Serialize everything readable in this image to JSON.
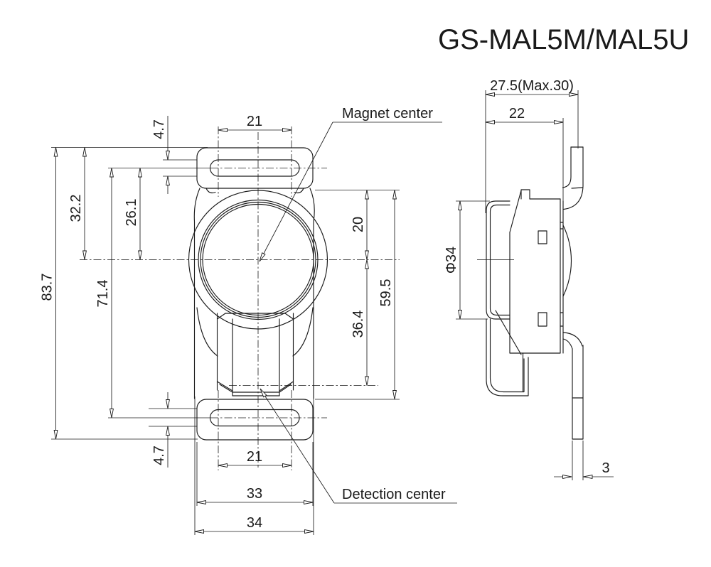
{
  "title": "GS-MAL5M/MAL5U",
  "colors": {
    "line": "#1a1a1a",
    "background": "#ffffff"
  },
  "labels": {
    "magnet_center": "Magnet center",
    "detection_center": "Detection center"
  },
  "front_view": {
    "description": "front view of sensor with top and bottom mounting tabs, round magnet body and hex detection body",
    "dimensions": {
      "slot_width_top": "21",
      "slot_height_top": "4.7",
      "tab_top_to_magnet_center": "32.2",
      "slot_center_to_magnet_center": "26.1",
      "slot_center_to_slot_center": "71.4",
      "overall_height": "83.7",
      "magnet_center_to_body_top": "20",
      "magnet_center_to_detection_center": "36.4",
      "body_top_to_bottom_tab": "59.5",
      "slot_height_bottom": "4.7",
      "slot_width_bottom": "21",
      "tab_width": "33",
      "overall_width": "34"
    }
  },
  "side_view": {
    "description": "side view with mounting bracket hooks",
    "dimensions": {
      "overall_depth": "27.5(Max.30)",
      "body_depth": "22",
      "magnet_diameter": "Φ34",
      "bracket_thickness": "3"
    }
  }
}
